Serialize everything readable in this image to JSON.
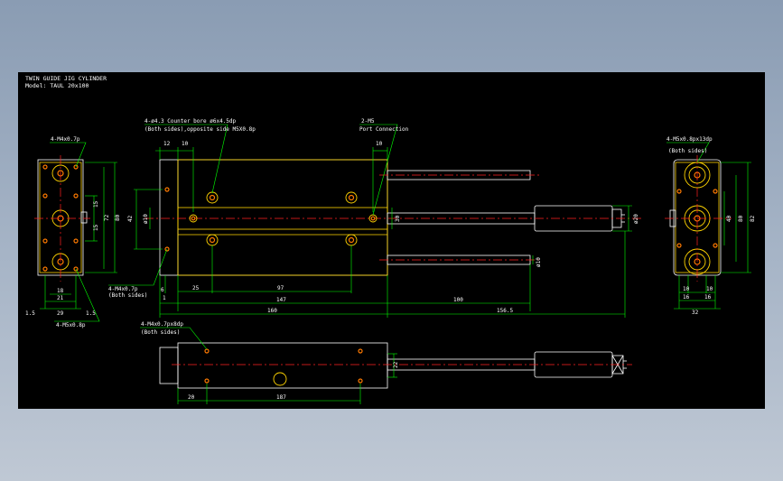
{
  "title": {
    "line1": "TWIN GUIDE JIG CYLINDER",
    "line2": "Model: TAUL 20x100"
  },
  "annotations": {
    "top_counterbore": "4-ø4.3  Counter bore ø6x4.5dp",
    "top_counterbore_sub": "(Both sides),opposite side  M5X0.8p",
    "port": "2-M5",
    "port_sub": "Port Connection",
    "left_top_thread": "4-M4x0.7p",
    "left_bottom_thread": "4-M5x0.8p",
    "front_side_thread": "4-M4x0.7p",
    "front_side_sub": "(Both sides)",
    "right_thread": "4-M5x0.8px13dp",
    "right_thread_sub": "(Both sides)",
    "bottom_thread": "4-M4x0.7px8dp",
    "bottom_thread_sub": "(Both sides)"
  },
  "dims": {
    "d12": "12",
    "d10a": "10",
    "d10b": "10",
    "d42": "42",
    "d10phi": "ø10",
    "d30": "30",
    "d20phi": "ø20",
    "d10phi2": "ø10",
    "d1": "1",
    "d6": "6",
    "d25": "25",
    "d97": "97",
    "d147": "147",
    "d100": "100",
    "d160": "160",
    "d1565": "156.5",
    "l15a": "15",
    "l15b": "15",
    "l72": "72",
    "l80": "80",
    "l18": "18",
    "l21": "21",
    "l29": "29",
    "l15c": "1.5",
    "l15d": "1.5",
    "r40": "40",
    "r80": "80",
    "r82": "82",
    "r10a": "10",
    "r10b": "10",
    "r16a": "16",
    "r16b": "16",
    "r32": "32",
    "b22": "22",
    "b20": "20",
    "b187": "187"
  }
}
